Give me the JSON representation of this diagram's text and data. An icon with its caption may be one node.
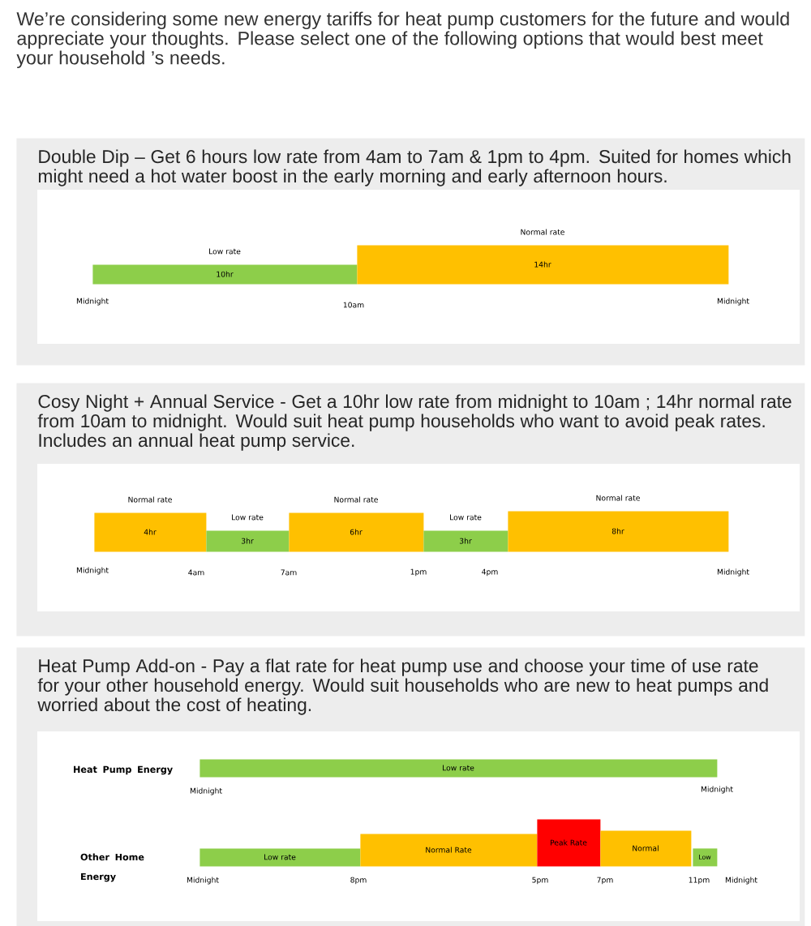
{
  "diagram": {
    "title": "We’re considering some new energy tariffs for heat pump customers for the future and would appreciate your thoughts. Please select one of the following options that would best meet your household ’s needs.",
    "nodes": [
      {
        "text": [
          "Double Dip – Get 6 hours low rate from 4am to 7am & 1pm to 4pm. Suited for homes which might need a hot water boost in the early morning and early afternoon hours."
        ]
      },
      {
        "text": [
          "Low rate",
          "10hr"
        ],
        "in": 0
      },
      {
        "text": [
          "Normal rate",
          "14hr"
        ],
        "in": 0
      },
      {
        "text": [
          "Cosy Night + Annual Service - Get a 10hr low rate from midnight to 10am ; 14hr normal rate from 10am to midnight. Would suit heat pump households who want to avoid peak rates. Includes an annual heat pump service."
        ]
      },
      {
        "text": [
          "Normal rate",
          "4hr"
        ],
        "in": 3
      },
      {
        "text": [
          "Low rate",
          "3hr"
        ],
        "in": 3
      },
      {
        "text": [
          "Normal rate",
          "6hr"
        ],
        "in": 3
      },
      {
        "text": [
          "Low rate",
          "3hr"
        ],
        "in": 3
      },
      {
        "text": [
          "Normal rate",
          "8hr"
        ],
        "in": 3
      },
      {
        "text": [
          "Heat Pump Add-on - Pay a flat rate for heat pump use and choose your time of use rate for your other household energy. Would suit households who are new to heat pumps and worried about the cost of heating."
        ]
      },
      {
        "text": [
          "Low rate"
        ],
        "in": 9
      },
      {
        "text": [
          "Low rate"
        ],
        "in": 9
      },
      {
        "text": [
          "Normal Rate"
        ],
        "in": 9
      },
      {
        "text": [
          "Peak Rate"
        ],
        "in": 9
      },
      {
        "text": [
          "Normal"
        ],
        "in": 9
      },
      {
        "text": [
          "Low"
        ],
        "in": 9
      }
    ],
    "labels": [
      "Midnight",
      "10am",
      "Midnight",
      "Midnight",
      "4am",
      "7am",
      "1pm",
      "4pm",
      "Midnight",
      "Heat Pump Energy",
      "Midnight",
      "Midnight",
      "Other Home Energy",
      "Midnight",
      "8pm",
      "5pm",
      "7pm",
      "11pm",
      "Midnight"
    ]
  }
}
